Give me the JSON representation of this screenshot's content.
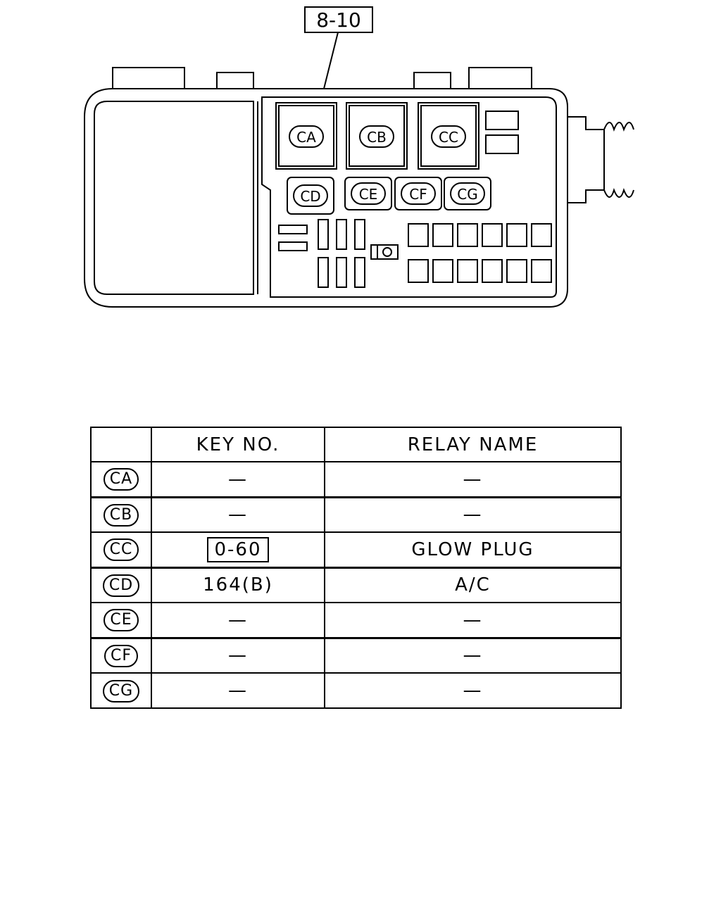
{
  "diagram": {
    "ref_label": "8-10",
    "relay_positions": [
      "CA",
      "CB",
      "CC",
      "CD",
      "CE",
      "CF",
      "CG"
    ]
  },
  "table": {
    "headers": [
      "",
      "KEY NO.",
      "RELAY NAME"
    ],
    "rows": [
      {
        "pos": "CA",
        "key": "—",
        "name": "—",
        "key_boxed": false
      },
      {
        "pos": "CB",
        "key": "—",
        "name": "—",
        "key_boxed": false
      },
      {
        "pos": "CC",
        "key": "0-60",
        "name": "GLOW PLUG",
        "key_boxed": true
      },
      {
        "pos": "CD",
        "key": "164(B)",
        "name": "A/C",
        "key_boxed": false
      },
      {
        "pos": "CE",
        "key": "—",
        "name": "—",
        "key_boxed": false
      },
      {
        "pos": "CF",
        "key": "—",
        "name": "—",
        "key_boxed": false
      },
      {
        "pos": "CG",
        "key": "—",
        "name": "—",
        "key_boxed": false
      }
    ]
  }
}
